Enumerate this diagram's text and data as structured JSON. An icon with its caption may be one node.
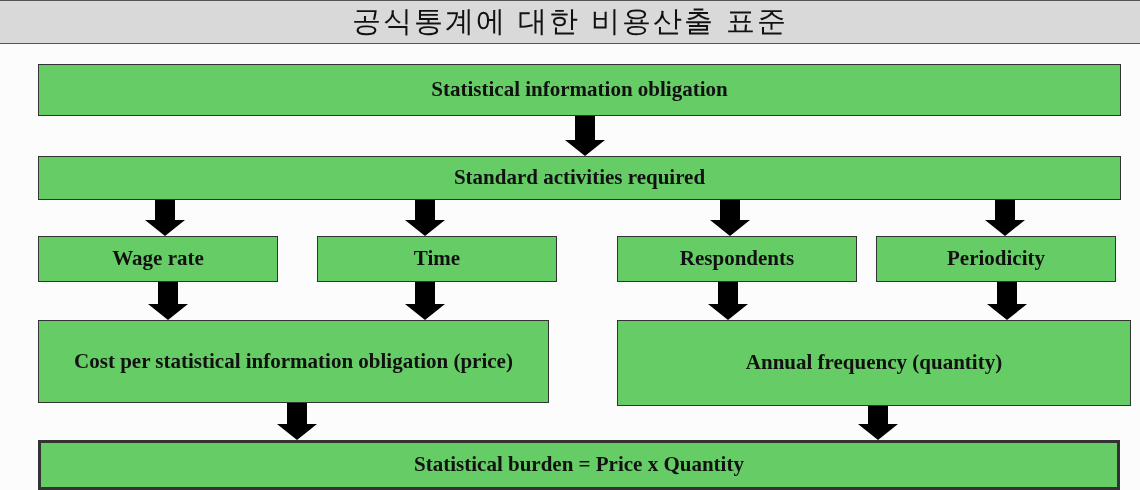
{
  "diagram": {
    "title": "공식통계에 대한 비용산출 표준",
    "nodes": [
      {
        "text": [
          "Statistical information obligation"
        ]
      },
      {
        "text": [
          "Standard activities required"
        ]
      },
      {
        "text": [
          "Wage rate"
        ]
      },
      {
        "text": [
          "Time"
        ]
      },
      {
        "text": [
          "Respondents"
        ]
      },
      {
        "text": [
          "Periodicity"
        ]
      },
      {
        "text": [
          "Cost per statistical information obligation (price)"
        ]
      },
      {
        "text": [
          "Annual frequency (quantity)"
        ]
      },
      {
        "text": [
          "Statistical burden = Price x Quantity"
        ]
      }
    ],
    "edges": [
      {
        "from": 0,
        "to": 1,
        "arrow": "to"
      },
      {
        "from": 1,
        "to": 2,
        "arrow": "to"
      },
      {
        "from": 1,
        "to": 3,
        "arrow": "to"
      },
      {
        "from": 1,
        "to": 4,
        "arrow": "to"
      },
      {
        "from": 1,
        "to": 5,
        "arrow": "to"
      },
      {
        "from": 2,
        "to": 6,
        "arrow": "to"
      },
      {
        "from": 3,
        "to": 6,
        "arrow": "to"
      },
      {
        "from": 4,
        "to": 7,
        "arrow": "to"
      },
      {
        "from": 5,
        "to": 7,
        "arrow": "to"
      },
      {
        "from": 6,
        "to": 8,
        "arrow": "to"
      },
      {
        "from": 7,
        "to": 8,
        "arrow": "to"
      }
    ]
  }
}
